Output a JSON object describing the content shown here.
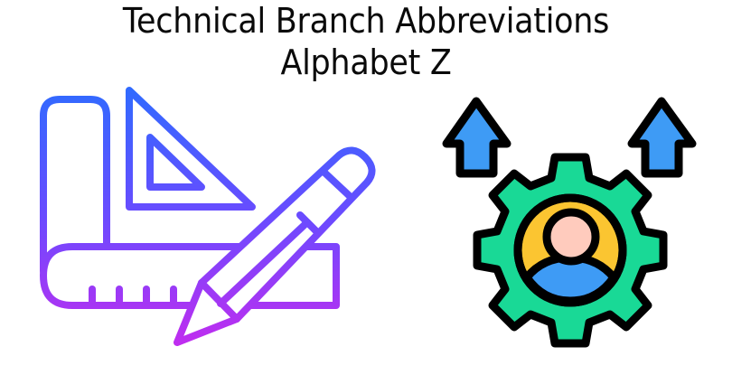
{
  "header": {
    "title_line_1": "Technical Branch Abbreviations",
    "title_line_2": "Alphabet Z"
  },
  "illustrations": {
    "left": {
      "icon": "drafting-tools-icon",
      "parts": [
        "ruler",
        "set-square-triangle",
        "pencil"
      ],
      "gradient_top": "#2f6bff",
      "gradient_bottom": "#b12cf2"
    },
    "right": {
      "icon": "gear-user-growth-icon",
      "parts": [
        "up-arrow-left",
        "up-arrow-right",
        "gear",
        "user-avatar"
      ],
      "colors": {
        "gear": "#19d996",
        "ring": "#fbc531",
        "head": "#ffcbbd",
        "body": "#3e9bf5",
        "arrow": "#3e9bf5",
        "outline": "#000000"
      }
    }
  }
}
